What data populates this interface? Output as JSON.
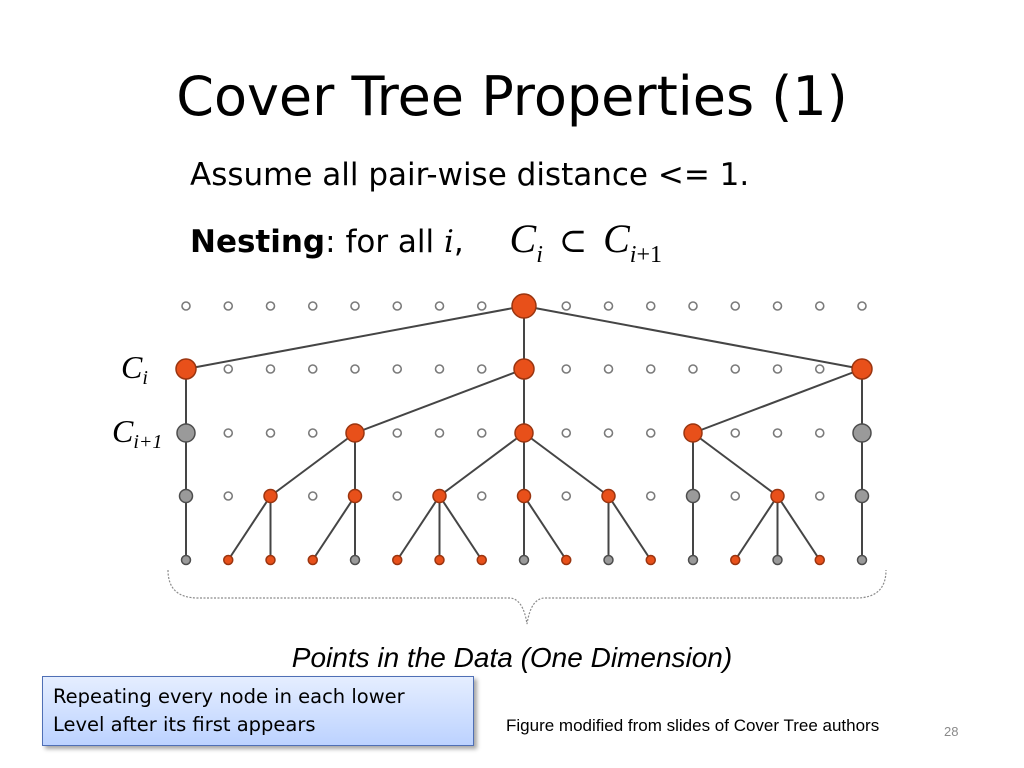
{
  "slide": {
    "title": "Cover Tree Properties (1)",
    "assumption": "Assume all pair-wise distance <= 1.",
    "nesting_label": "Nesting",
    "nesting_text": ": for all ",
    "nesting_var": "i",
    "nesting_comma": ",",
    "formula": {
      "left": "C",
      "left_sub": "i",
      "subset_symbol": "⊂",
      "right": "C",
      "right_sub_var": "i",
      "right_sub_rest": "+1"
    },
    "level_labels": [
      {
        "base": "C",
        "sub": "i"
      },
      {
        "base": "C",
        "sub": "i+1"
      }
    ],
    "points_caption": "Points in the Data (One Dimension)",
    "note": {
      "line1": "Repeating every node in each lower",
      "line2": "Level after its first appears"
    },
    "figure_credit": "Figure modified from slides of Cover Tree authors",
    "page_number": "28"
  },
  "colors": {
    "active": "#e8501a",
    "active_stroke": "#9a3510",
    "repeat": "#9a9a9a",
    "repeat_stroke": "#4d4d4d",
    "hollow_stroke": "#7a7a7a",
    "edge": "#454545"
  },
  "tree": {
    "columns": 17,
    "levels": [
      {
        "active": [
          8
        ],
        "repeat": [],
        "size": "xl"
      },
      {
        "active": [
          0,
          8,
          16
        ],
        "repeat": [],
        "size": "lg"
      },
      {
        "active": [
          4,
          8,
          12
        ],
        "repeat": [
          0,
          16
        ],
        "size": "md"
      },
      {
        "active": [
          2,
          4,
          6,
          8,
          10,
          14
        ],
        "repeat": [
          0,
          12,
          16
        ],
        "size": "sm"
      },
      {
        "active": [
          1,
          2,
          3,
          5,
          6,
          7,
          9,
          11,
          13,
          15
        ],
        "repeat": [
          0,
          4,
          8,
          10,
          12,
          14,
          16
        ],
        "size": "xs"
      }
    ],
    "edges": [
      [
        0,
        8,
        0
      ],
      [
        0,
        8,
        8
      ],
      [
        0,
        8,
        16
      ],
      [
        1,
        0,
        0
      ],
      [
        1,
        8,
        4
      ],
      [
        1,
        8,
        8
      ],
      [
        1,
        16,
        12
      ],
      [
        1,
        16,
        16
      ],
      [
        2,
        0,
        0
      ],
      [
        2,
        4,
        2
      ],
      [
        2,
        4,
        4
      ],
      [
        2,
        8,
        6
      ],
      [
        2,
        8,
        8
      ],
      [
        2,
        8,
        10
      ],
      [
        2,
        12,
        12
      ],
      [
        2,
        12,
        14
      ],
      [
        2,
        16,
        16
      ],
      [
        3,
        0,
        0
      ],
      [
        3,
        2,
        1
      ],
      [
        3,
        2,
        2
      ],
      [
        3,
        4,
        3
      ],
      [
        3,
        4,
        4
      ],
      [
        3,
        6,
        5
      ],
      [
        3,
        6,
        6
      ],
      [
        3,
        6,
        7
      ],
      [
        3,
        8,
        8
      ],
      [
        3,
        8,
        9
      ],
      [
        3,
        10,
        10
      ],
      [
        3,
        10,
        11
      ],
      [
        3,
        12,
        12
      ],
      [
        3,
        14,
        13
      ],
      [
        3,
        14,
        14
      ],
      [
        3,
        14,
        15
      ],
      [
        3,
        16,
        16
      ]
    ]
  }
}
